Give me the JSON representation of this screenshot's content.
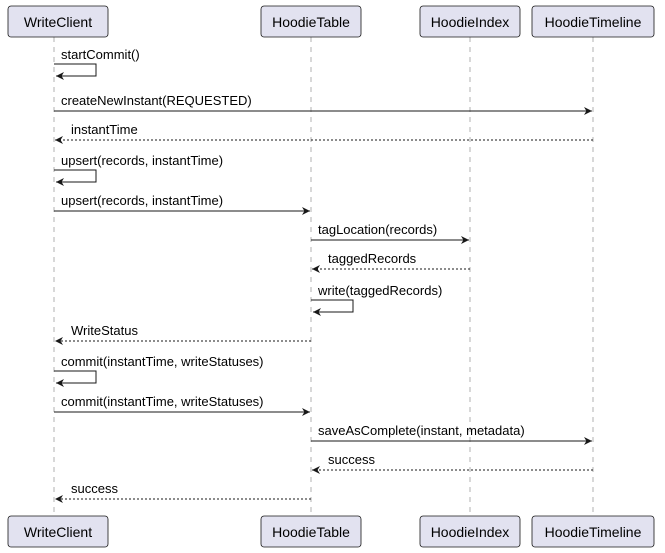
{
  "diagram": {
    "type": "sequence",
    "participants": [
      {
        "id": "wc",
        "label": "WriteClient"
      },
      {
        "id": "ht",
        "label": "HoodieTable"
      },
      {
        "id": "hi",
        "label": "HoodieIndex"
      },
      {
        "id": "tl",
        "label": "HoodieTimeline"
      }
    ],
    "messages": [
      {
        "from": "wc",
        "to": "wc",
        "label": "startCommit()",
        "style": "solid"
      },
      {
        "from": "wc",
        "to": "tl",
        "label": "createNewInstant(REQUESTED)",
        "style": "solid"
      },
      {
        "from": "tl",
        "to": "wc",
        "label": "instantTime",
        "style": "dashed"
      },
      {
        "from": "wc",
        "to": "wc",
        "label": "upsert(records, instantTime)",
        "style": "solid"
      },
      {
        "from": "wc",
        "to": "ht",
        "label": "upsert(records, instantTime)",
        "style": "solid"
      },
      {
        "from": "ht",
        "to": "hi",
        "label": "tagLocation(records)",
        "style": "solid"
      },
      {
        "from": "hi",
        "to": "ht",
        "label": "taggedRecords",
        "style": "dashed"
      },
      {
        "from": "ht",
        "to": "ht",
        "label": "write(taggedRecords)",
        "style": "solid"
      },
      {
        "from": "ht",
        "to": "wc",
        "label": "WriteStatus",
        "style": "dashed"
      },
      {
        "from": "wc",
        "to": "wc",
        "label": "commit(instantTime, writeStatuses)",
        "style": "solid"
      },
      {
        "from": "wc",
        "to": "ht",
        "label": "commit(instantTime, writeStatuses)",
        "style": "solid"
      },
      {
        "from": "ht",
        "to": "tl",
        "label": "saveAsComplete(instant, metadata)",
        "style": "solid"
      },
      {
        "from": "tl",
        "to": "ht",
        "label": "success",
        "style": "dashed"
      },
      {
        "from": "ht",
        "to": "wc",
        "label": "success",
        "style": "dashed"
      }
    ],
    "colors": {
      "participant_fill": "#e2e2f0",
      "line": "#181818",
      "lifeline": "#b0b0b0"
    }
  }
}
